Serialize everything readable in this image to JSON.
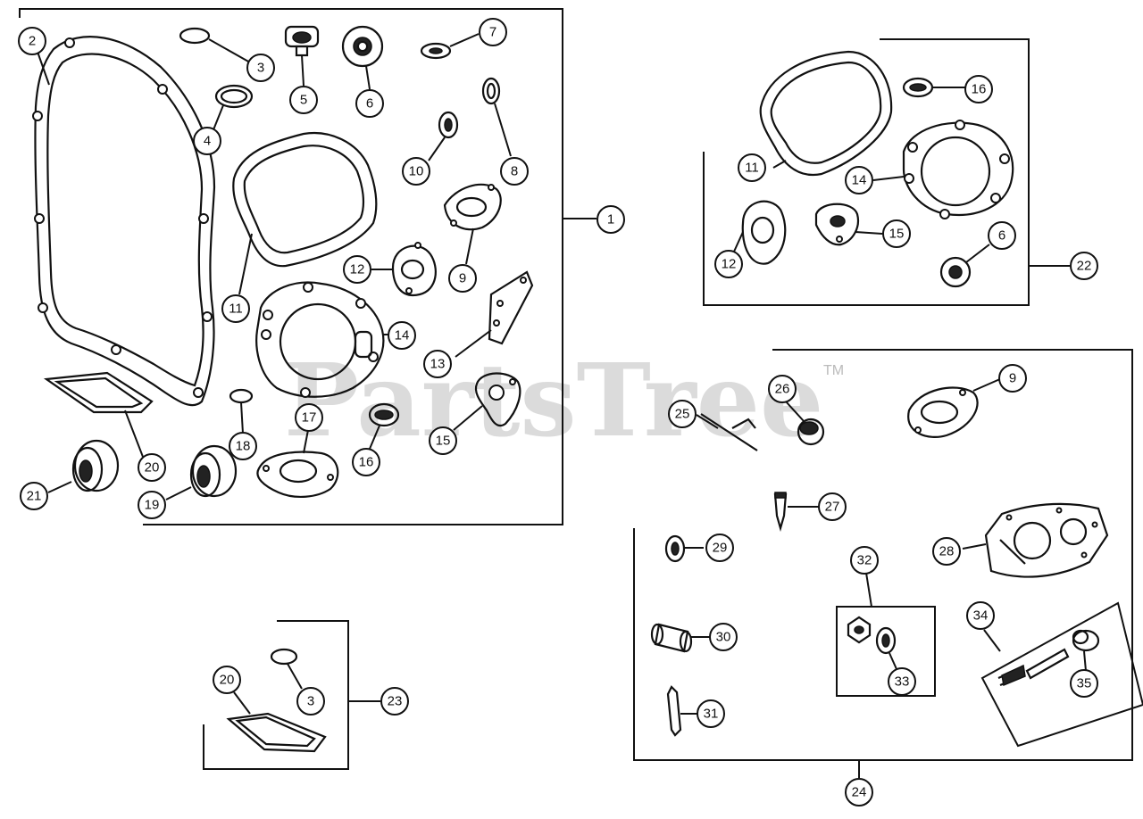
{
  "watermark": {
    "text": "PartsTree",
    "mark": "TM"
  },
  "callouts": [
    {
      "id": "c1",
      "text": "1"
    },
    {
      "id": "c2",
      "text": "2"
    },
    {
      "id": "c3a",
      "text": "3"
    },
    {
      "id": "c4",
      "text": "4"
    },
    {
      "id": "c5",
      "text": "5"
    },
    {
      "id": "c6a",
      "text": "6"
    },
    {
      "id": "c7",
      "text": "7"
    },
    {
      "id": "c8",
      "text": "8"
    },
    {
      "id": "c9a",
      "text": "9"
    },
    {
      "id": "c10",
      "text": "10"
    },
    {
      "id": "c11a",
      "text": "11"
    },
    {
      "id": "c12a",
      "text": "12"
    },
    {
      "id": "c13",
      "text": "13"
    },
    {
      "id": "c14a",
      "text": "14"
    },
    {
      "id": "c15a",
      "text": "15"
    },
    {
      "id": "c16a",
      "text": "16"
    },
    {
      "id": "c17",
      "text": "17"
    },
    {
      "id": "c18",
      "text": "18"
    },
    {
      "id": "c19",
      "text": "19"
    },
    {
      "id": "c20a",
      "text": "20"
    },
    {
      "id": "c21",
      "text": "21"
    },
    {
      "id": "c16b",
      "text": "16"
    },
    {
      "id": "c11b",
      "text": "11"
    },
    {
      "id": "c14b",
      "text": "14"
    },
    {
      "id": "c12b",
      "text": "12"
    },
    {
      "id": "c15b",
      "text": "15"
    },
    {
      "id": "c6b",
      "text": "6"
    },
    {
      "id": "c22",
      "text": "22"
    },
    {
      "id": "c9b",
      "text": "9"
    },
    {
      "id": "c26",
      "text": "26"
    },
    {
      "id": "c25",
      "text": "25"
    },
    {
      "id": "c27",
      "text": "27"
    },
    {
      "id": "c28",
      "text": "28"
    },
    {
      "id": "c29",
      "text": "29"
    },
    {
      "id": "c32",
      "text": "32"
    },
    {
      "id": "c30",
      "text": "30"
    },
    {
      "id": "c33",
      "text": "33"
    },
    {
      "id": "c34",
      "text": "34"
    },
    {
      "id": "c35",
      "text": "35"
    },
    {
      "id": "c31",
      "text": "31"
    },
    {
      "id": "c24",
      "text": "24"
    },
    {
      "id": "c20b",
      "text": "20"
    },
    {
      "id": "c3b",
      "text": "3"
    },
    {
      "id": "c23",
      "text": "23"
    }
  ]
}
